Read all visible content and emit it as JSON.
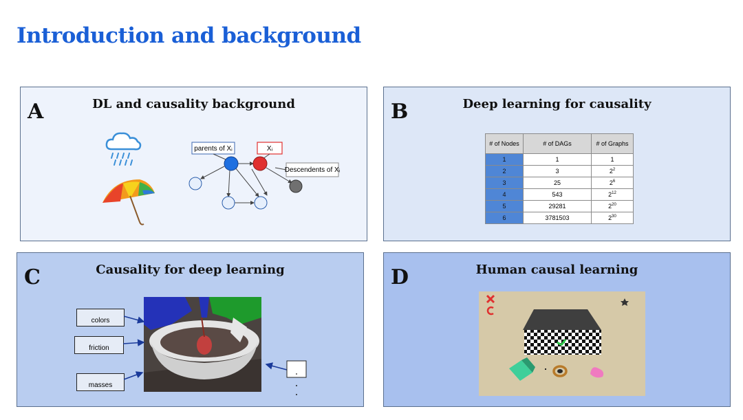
{
  "page": {
    "title": "Introduction and background"
  },
  "panels": {
    "a": {
      "letter": "A",
      "title": "DL and causality background",
      "labels": {
        "parents": "parents of Xᵢ",
        "xi": "Xᵢ",
        "descendents": "Descendents of Xᵢ"
      }
    },
    "b": {
      "letter": "B",
      "title": "Deep learning for causality",
      "table": {
        "headers": [
          "# of Nodes",
          "# of DAGs",
          "# of Graphs"
        ],
        "rows": [
          {
            "nodes": "1",
            "dags": "1",
            "graphs_base": "1",
            "graphs_exp": ""
          },
          {
            "nodes": "2",
            "dags": "3",
            "graphs_base": "2",
            "graphs_exp": "2"
          },
          {
            "nodes": "3",
            "dags": "25",
            "graphs_base": "2",
            "graphs_exp": "6"
          },
          {
            "nodes": "4",
            "dags": "543",
            "graphs_base": "2",
            "graphs_exp": "12"
          },
          {
            "nodes": "5",
            "dags": "29281",
            "graphs_base": "2",
            "graphs_exp": "20"
          },
          {
            "nodes": "6",
            "dags": "3781503",
            "graphs_base": "2",
            "graphs_exp": "30"
          }
        ]
      }
    },
    "c": {
      "letter": "C",
      "title": "Causality for deep learning",
      "labels": {
        "colors": "colors",
        "friction": "friction",
        "masses": "masses"
      }
    },
    "d": {
      "letter": "D",
      "title": "Human causal learning"
    }
  },
  "colors": {
    "title_blue": "#1a5fd6",
    "node_blue": "#1e6fe0",
    "node_red": "#e0302f",
    "red_box": "#e0302f"
  }
}
